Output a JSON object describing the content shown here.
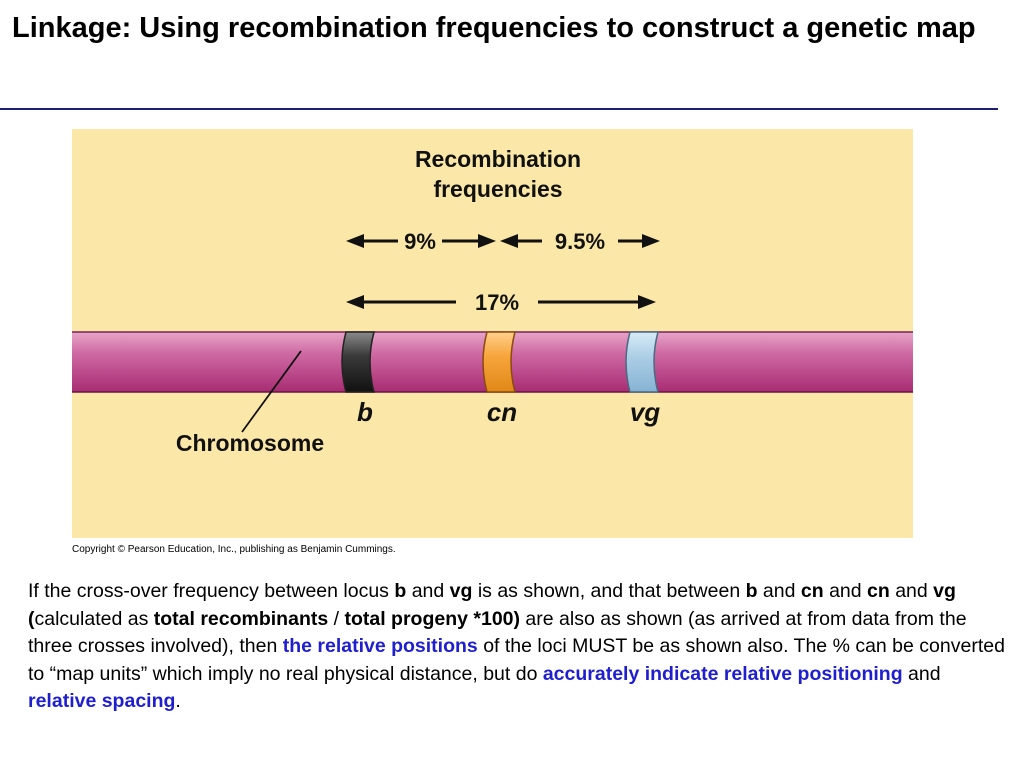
{
  "slide": {
    "title": "Linkage: Using recombination frequencies to construct a genetic map"
  },
  "figure": {
    "heading_line1": "Recombination",
    "heading_line2": "frequencies",
    "freq_b_cn": "9%",
    "freq_cn_vg": "9.5%",
    "freq_b_vg": "17%",
    "loci": [
      {
        "label": "b",
        "color": "#2b2b2b"
      },
      {
        "label": "cn",
        "color": "#f5a23a"
      },
      {
        "label": "vg",
        "color": "#a9cce4"
      }
    ],
    "chromosome_label": "Chromosome",
    "chromosome_color": "#c0508f",
    "background_color": "#fbe8a8",
    "copyright": "Copyright © Pearson Education, Inc., publishing as Benjamin Cummings."
  },
  "body": {
    "p1": "If the cross-over frequency between locus ",
    "b1": "b",
    "p2": " and ",
    "b2": "vg",
    "p3": " is as shown, and that between ",
    "b3": "b",
    "p4": " and ",
    "b4": "cn",
    "p5": " and ",
    "b5": "cn",
    "p6": " and ",
    "b6": "vg (",
    "p7": "calculated as ",
    "b7": "total recombinants",
    "p8": " / ",
    "b8": "total progeny *100)",
    "p9": " are also as shown (as arrived at from data from the three crosses involved), then ",
    "h1": "the relative positions",
    "p10": " of the loci MUST be as shown also. The % can be converted to “map units” which imply no real physical distance, but do ",
    "h2": "accurately indicate relative positioning",
    "p11": " and ",
    "h3": "relative spacing",
    "p12": "."
  }
}
